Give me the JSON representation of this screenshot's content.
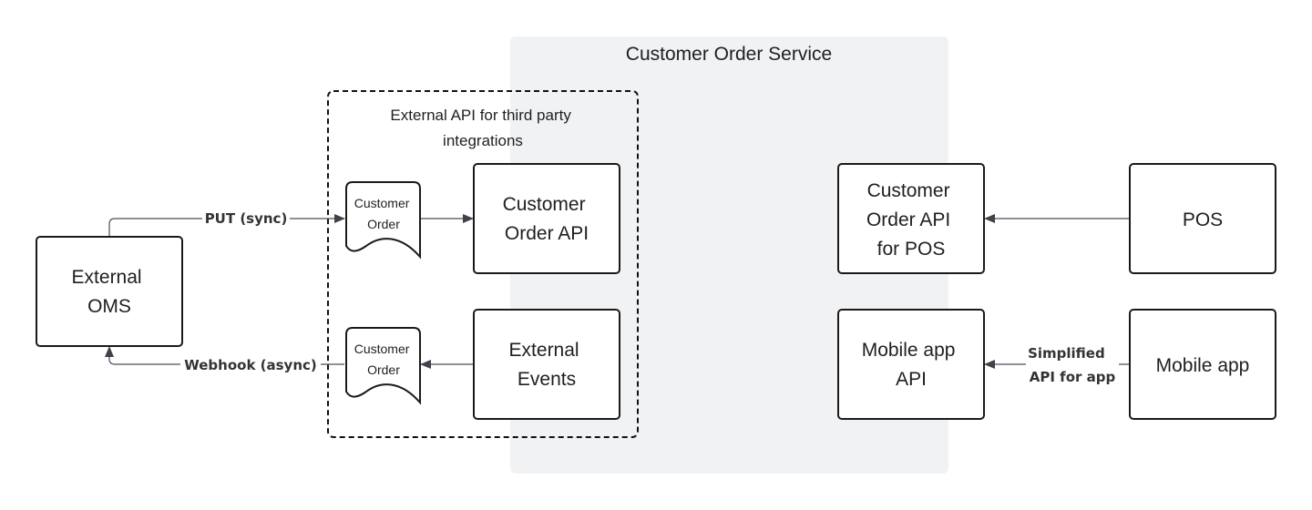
{
  "colors": {
    "service_background": "#f1f2f4",
    "node_border": "#1a1a1a",
    "connector": "#4a4f57",
    "text": "#1f1f1f"
  },
  "service": {
    "label": "Customer Order Service"
  },
  "external_group": {
    "label_lines": [
      "External API for third party",
      "integrations"
    ]
  },
  "nodes": {
    "external_oms": {
      "lines": [
        "External",
        "OMS"
      ]
    },
    "customer_order_api": {
      "lines": [
        "Customer",
        "Order API"
      ]
    },
    "external_events": {
      "lines": [
        "External",
        "Events"
      ]
    },
    "customer_order_api_pos": {
      "lines": [
        "Customer",
        "Order API",
        "for POS"
      ]
    },
    "mobile_app_api": {
      "lines": [
        "Mobile app",
        "API"
      ]
    },
    "pos": {
      "lines": [
        "POS"
      ]
    },
    "mobile_app": {
      "lines": [
        "Mobile app"
      ]
    },
    "doc_in": {
      "lines": [
        "Customer",
        "Order"
      ]
    },
    "doc_out": {
      "lines": [
        "Customer",
        "Order"
      ]
    }
  },
  "edges": {
    "put_sync": {
      "label": "PUT (sync)"
    },
    "webhook_async": {
      "label": "Webhook (async)"
    },
    "simplified_api": {
      "label_lines": [
        "Simplified",
        "API for app"
      ]
    }
  }
}
